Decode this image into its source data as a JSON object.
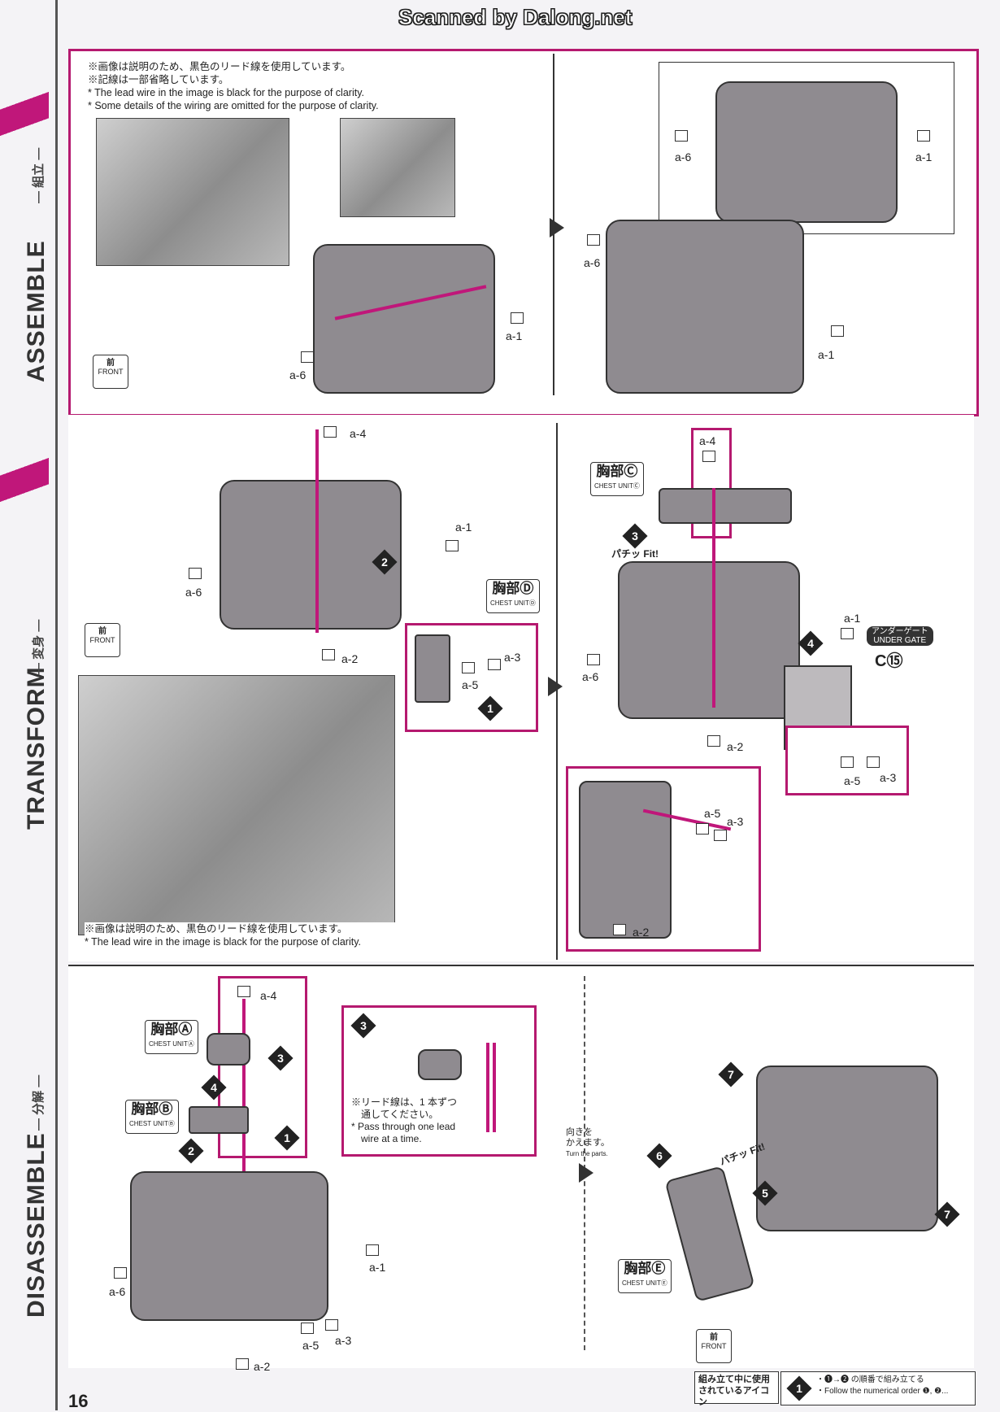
{
  "header": {
    "scanner_credit": "Scanned by Dalong.net"
  },
  "sidebar": {
    "sections": [
      {
        "en": "ASSEMBLE",
        "jp": "— 組立 —"
      },
      {
        "en": "TRANSFORM",
        "jp": "— 変身 —"
      },
      {
        "en": "DISASSEMBLE",
        "jp": "— 分解 —"
      }
    ]
  },
  "notes": {
    "top_jp_1": "※画像は説明のため、黒色のリード線を使用しています。",
    "top_jp_2": "※記線は一部省略しています。",
    "top_en_1": "* The lead wire in the image is black for the purpose of clarity.",
    "top_en_2": "* Some details of the wiring are omitted for the purpose of clarity.",
    "mid_jp": "※画像は説明のため、黒色のリード線を使用しています。",
    "mid_en": "* The lead wire in the image is black for the purpose of clarity.",
    "pass_jp_1": "※リード線は、1 本ずつ",
    "pass_jp_2": "通してください。",
    "pass_en_1": "* Pass through one lead",
    "pass_en_2": "wire at a time.",
    "turn_jp_1": "向きを",
    "turn_jp_2": "かえます。",
    "turn_en": "Turn the parts."
  },
  "labels": {
    "a1": "a-1",
    "a2": "a-2",
    "a3": "a-3",
    "a4": "a-4",
    "a5": "a-5",
    "a6": "a-6",
    "front_jp": "前",
    "front_en": "FRONT",
    "fit_jp": "パチッ",
    "fit_en": "Fit!",
    "under_gate_jp": "アンダーゲート",
    "under_gate_en": "UNDER GATE",
    "under_gate_part": "C⑮"
  },
  "parts": {
    "a": {
      "jp": "胸部Ⓐ",
      "en": "CHEST UNITⒶ"
    },
    "b": {
      "jp": "胸部Ⓑ",
      "en": "CHEST UNITⒷ"
    },
    "c": {
      "jp": "胸部Ⓒ",
      "en": "CHEST UNITⒸ"
    },
    "d": {
      "jp": "胸部Ⓓ",
      "en": "CHEST UNITⒹ"
    },
    "e": {
      "jp": "胸部Ⓔ",
      "en": "CHEST UNITⒺ"
    }
  },
  "steps": {
    "s1": "1",
    "s2": "2",
    "s3": "3",
    "s4": "4",
    "s5": "5",
    "s6": "6",
    "s7": "7"
  },
  "footer": {
    "page_number": "16",
    "icon_legend_jp_1": "組み立て中に使用",
    "icon_legend_jp_2": "されているアイコン",
    "order_icon": "1",
    "order_jp": "・❶→❷ の順番で組み立てる",
    "order_en": "・Follow the numerical order ❶, ❷..."
  },
  "colors": {
    "accent": "#b5196f",
    "wire": "#c0177a",
    "part_gray": "#8f8b90"
  }
}
